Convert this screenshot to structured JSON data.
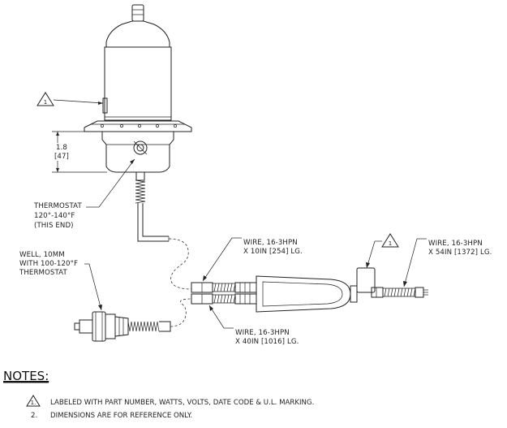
{
  "labels": {
    "dim_inches": "1.8",
    "dim_mm": "[47]",
    "thermostat_line1": "THERMOSTAT",
    "thermostat_line2": "120°-140°F",
    "thermostat_line3": "(THIS END)",
    "well_line1": "WELL, 10MM",
    "well_line2": "WITH 100-120°F",
    "well_line3": "THERMOSTAT",
    "wire_top_line1": "WIRE, 16-3HPN",
    "wire_top_line2": "X 10IN [254] LG.",
    "wire_bottom_line1": "WIRE, 16-3HPN",
    "wire_bottom_line2": "X 40IN [1016] LG.",
    "wire_right_line1": "WIRE, 16-3HPN",
    "wire_right_line2": "X 54IN [1372] LG.",
    "flag_number": "1"
  },
  "notes": {
    "title": "NOTES:",
    "items": [
      {
        "marker": "1.",
        "flagged": true,
        "text": "LABELED WITH PART NUMBER, WATTS, VOLTS, DATE CODE & U.L. MARKING."
      },
      {
        "marker": "2.",
        "flagged": false,
        "text": "DIMENSIONS ARE FOR REFERENCE ONLY."
      }
    ]
  }
}
